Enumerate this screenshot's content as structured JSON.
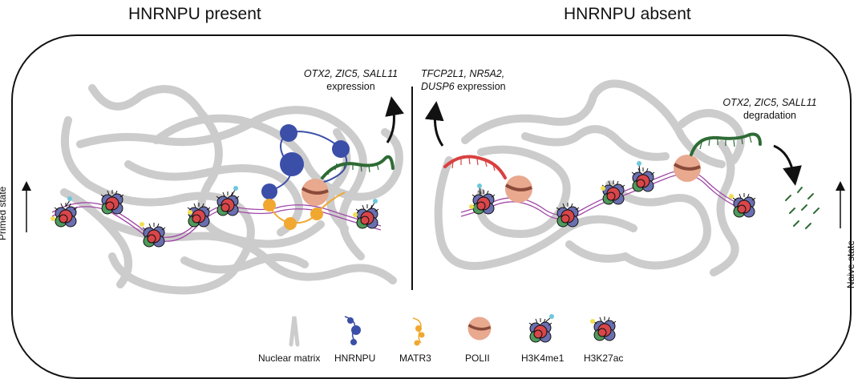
{
  "headings": {
    "left": "HNRNPU present",
    "right": "HNRNPU absent"
  },
  "annotations": {
    "left_genes": "OTX2, ZIC5, SALL11",
    "left_suffix": "expression",
    "mid_genes_line1": "TFCP2L1, NR5A2,",
    "mid_genes_line2": "DUSP6",
    "mid_suffix": " expression",
    "right_genes": "OTX2, ZIC5, SALL11",
    "right_suffix": "degradation"
  },
  "side_labels": {
    "left": "Primed state",
    "right": "Naive state"
  },
  "legend": [
    {
      "label": "Nuclear matrix",
      "icon": "nuclear-matrix-icon"
    },
    {
      "label": "HNRNPU",
      "icon": "hnrnpu-icon"
    },
    {
      "label": "MATR3",
      "icon": "matr3-icon"
    },
    {
      "label": "POLII",
      "icon": "polii-icon"
    },
    {
      "label": "H3K4me1",
      "icon": "h3k4me1-icon"
    },
    {
      "label": "H3K27ac",
      "icon": "h3k27ac-icon"
    }
  ],
  "colors": {
    "matrix": "#cccccc",
    "hnrnpu": "#3b4fa8",
    "matr3": "#f0a830",
    "polii": "#e8a98f",
    "rna_green": "#2e6b35",
    "rna_red": "#d94040",
    "dna": "#a048a8",
    "nucleosome_red": "#d9464a",
    "nucleosome_blue": "#6a6fb0",
    "nucleosome_green": "#4f9a5c",
    "mark_cyan": "#6cc8dc",
    "mark_yellow": "#f0e050"
  }
}
